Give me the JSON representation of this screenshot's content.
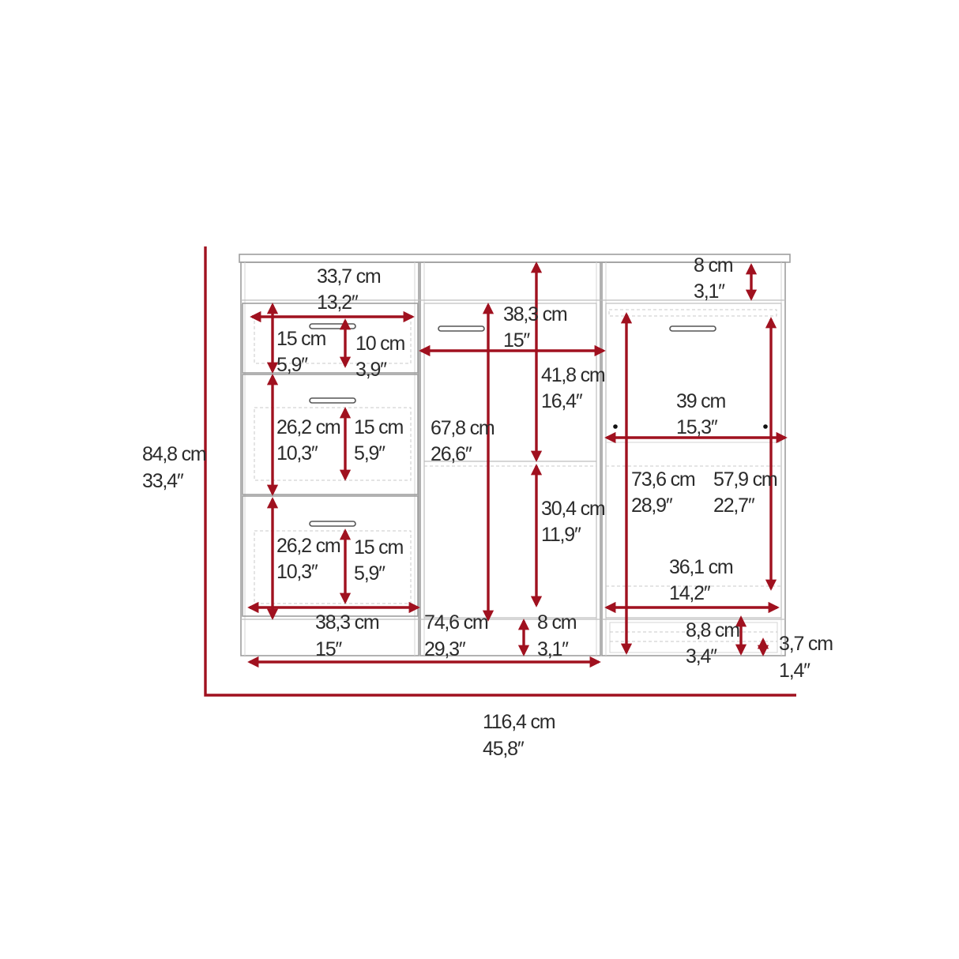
{
  "colors": {
    "dimension": "#a0111f",
    "outline": "#9e9e9e",
    "text": "#2b2b2b",
    "background": "#ffffff"
  },
  "dimensions": {
    "overall_height": {
      "cm": "84,8 cm",
      "in": "33,4″"
    },
    "overall_width": {
      "cm": "116,4 cm",
      "in": "45,8″"
    },
    "top_left_width": {
      "cm": "33,7 cm",
      "in": "13,2″"
    },
    "drawer1_height": {
      "cm": "15 cm",
      "in": "5,9″"
    },
    "drawer1_inner": {
      "cm": "10 cm",
      "in": "3,9″"
    },
    "drawer2_height": {
      "cm": "26,2 cm",
      "in": "10,3″"
    },
    "drawer2_inner": {
      "cm": "15 cm",
      "in": "5,9″"
    },
    "drawer3_height": {
      "cm": "26,2 cm",
      "in": "10,3″"
    },
    "drawer3_inner": {
      "cm": "15 cm",
      "in": "5,9″"
    },
    "left_bottom_width": {
      "cm": "38,3 cm",
      "in": "15″"
    },
    "middle_width": {
      "cm": "38,3 cm",
      "in": "15″"
    },
    "middle_upper": {
      "cm": "41,8 cm",
      "in": "16,4″"
    },
    "middle_total": {
      "cm": "67,8 cm",
      "in": "26,6″"
    },
    "middle_lower": {
      "cm": "30,4 cm",
      "in": "11,9″"
    },
    "base_width": {
      "cm": "74,6 cm",
      "in": "29,3″"
    },
    "base_height": {
      "cm": "8 cm",
      "in": "3,1″"
    },
    "top_rail": {
      "cm": "8 cm",
      "in": "3,1″"
    },
    "right_width": {
      "cm": "39 cm",
      "in": "15,3″"
    },
    "right_total": {
      "cm": "73,6 cm",
      "in": "28,9″"
    },
    "right_door": {
      "cm": "57,9 cm",
      "in": "22,7″"
    },
    "right_inner_width": {
      "cm": "36,1 cm",
      "in": "14,2″"
    },
    "right_base": {
      "cm": "8,8 cm",
      "in": "3,4″"
    },
    "right_foot": {
      "cm": "3,7 cm",
      "in": "1,4″"
    }
  }
}
